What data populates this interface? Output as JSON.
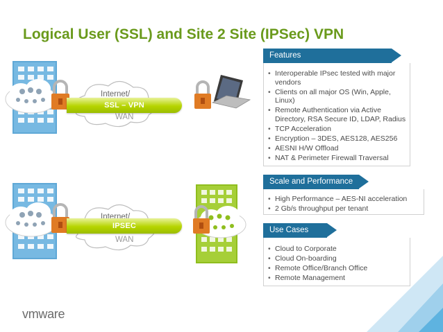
{
  "slide": {
    "title": "Logical User (SSL) and Site 2 Site (IPSec) VPN",
    "logo": "vmware"
  },
  "diagram": {
    "top_cloud_label": "Internet/",
    "top_tunnel_label": "SSL – VPN",
    "top_cloud_label_tail": "WAN",
    "bottom_cloud_label": "Internet/",
    "bottom_tunnel_label": "IPSEC",
    "bottom_cloud_label_tail": "WAN"
  },
  "features": {
    "heading": "Features",
    "items": [
      "Interoperable IPsec tested with major vendors",
      "Clients on all major OS (Win, Apple, Linux)",
      "Remote Authentication via Active Directory, RSA Secure ID, LDAP, Radius",
      "TCP Acceleration",
      "Encryption – 3DES, AES128, AES256",
      "AESNI H/W Offload",
      "NAT & Perimeter Firewall Traversal"
    ]
  },
  "scale": {
    "heading": "Scale and Performance",
    "items": [
      "High Performance – AES-NI acceleration",
      "2 Gb/s throughput per tenant"
    ]
  },
  "use_cases": {
    "heading": "Use Cases",
    "items": [
      "Cloud to Corporate",
      "Cloud On-boarding",
      "Remote Office/Branch Office",
      "Remote Management"
    ]
  },
  "colors": {
    "title_green": "#6a9a1c",
    "header_blue": "#1f6f9b",
    "tunnel_green": "#b6d400",
    "building_blue": "#6aaed6",
    "building_green": "#9cc52a",
    "lock_orange": "#e07b24"
  }
}
